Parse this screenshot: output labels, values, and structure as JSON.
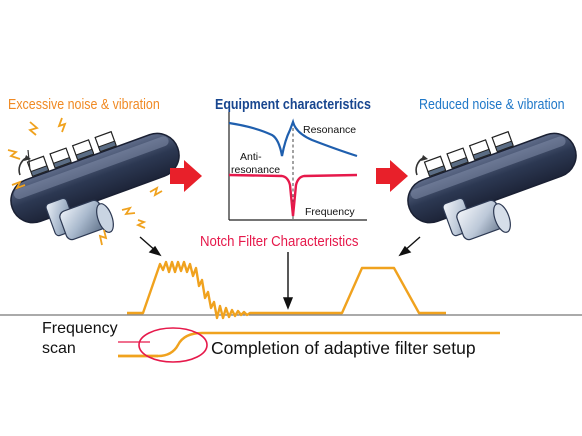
{
  "labels": {
    "excessive": "Excessive noise & vibration",
    "equipment": "Equipment characteristics",
    "reduced": "Reduced noise & vibration",
    "resonance": "Resonance",
    "anti_line1": "Anti-",
    "anti_line2": "resonance",
    "frequency_axis": "Frequency",
    "notch": "Notch Filter Characteristics",
    "scan_line1": "Frequency",
    "scan_line2": "scan",
    "completion": "Completion of adaptive filter setup"
  },
  "colors": {
    "orange": "#f0a21e",
    "navy": "#18468f",
    "blue": "#1f78c8",
    "pink": "#e6194b",
    "arrow_red": "#e8202a",
    "spark": "#f0a21e"
  },
  "icons": [
    "conveyor-icon",
    "vibration-spark-icon",
    "right-arrow-icon"
  ]
}
